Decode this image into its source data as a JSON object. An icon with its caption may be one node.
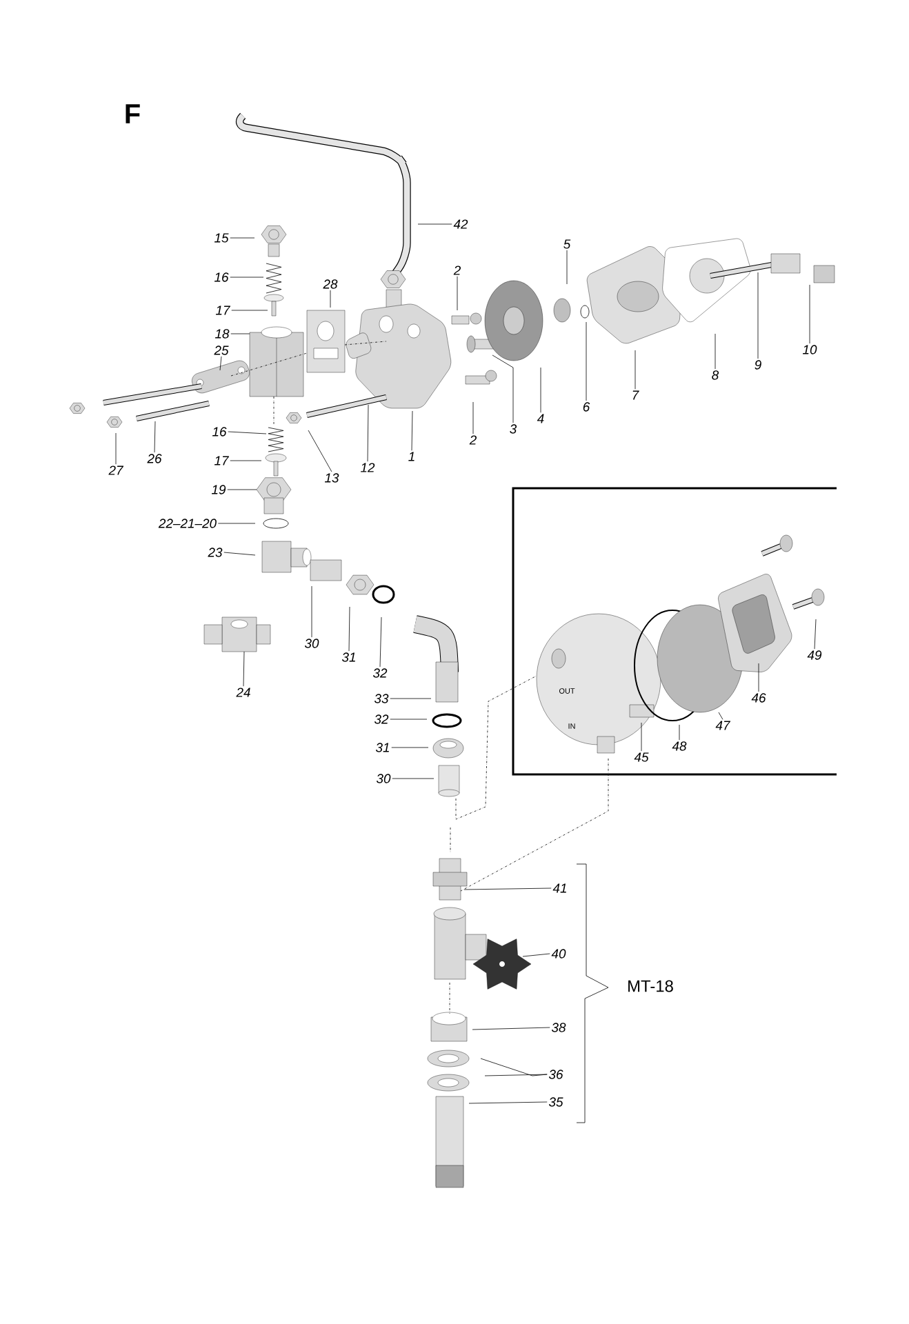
{
  "diagram": {
    "nodes": [
      {
        "text": [
          "42"
        ]
      },
      {
        "text": [
          "15"
        ]
      },
      {
        "text": [
          "5"
        ]
      },
      {
        "text": [
          "16"
        ]
      },
      {
        "text": [
          "2"
        ]
      },
      {
        "text": [
          "28"
        ]
      },
      {
        "text": [
          "17"
        ]
      },
      {
        "text": [
          "18"
        ]
      },
      {
        "text": [
          "25"
        ]
      },
      {
        "text": [
          "10"
        ]
      },
      {
        "text": [
          "9"
        ]
      },
      {
        "text": [
          "8"
        ]
      },
      {
        "text": [
          "7"
        ]
      },
      {
        "text": [
          "6"
        ]
      },
      {
        "text": [
          "4"
        ]
      },
      {
        "text": [
          "3"
        ]
      },
      {
        "text": [
          "2"
        ]
      },
      {
        "text": [
          "1"
        ]
      },
      {
        "text": [
          "12"
        ]
      },
      {
        "text": [
          "16"
        ]
      },
      {
        "text": [
          "13"
        ]
      },
      {
        "text": [
          "26"
        ]
      },
      {
        "text": [
          "17"
        ]
      },
      {
        "text": [
          "27"
        ]
      },
      {
        "text": [
          "19"
        ]
      },
      {
        "text": [
          "22–21–20"
        ]
      },
      {
        "text": [
          "23"
        ]
      },
      {
        "text": [
          "30"
        ]
      },
      {
        "text": [
          "31"
        ]
      },
      {
        "text": [
          "32"
        ]
      },
      {
        "text": [
          "24"
        ]
      },
      {
        "text": [
          "49"
        ]
      },
      {
        "text": [
          "46"
        ]
      },
      {
        "text": [
          "33"
        ]
      },
      {
        "text": [
          "47"
        ]
      },
      {
        "text": [
          "32"
        ]
      },
      {
        "text": [
          "48"
        ]
      },
      {
        "text": [
          "45"
        ]
      },
      {
        "text": [
          "31"
        ]
      },
      {
        "text": [
          "30"
        ]
      },
      {
        "text": [
          "41"
        ]
      },
      {
        "text": [
          "40"
        ]
      },
      {
        "text": [
          "38"
        ]
      },
      {
        "text": [
          "36"
        ]
      },
      {
        "text": [
          "35"
        ]
      }
    ],
    "edges": [
      {
        "from": 0,
        "to": null,
        "arrow": "none"
      },
      {
        "from": 1,
        "to": null,
        "arrow": "none"
      },
      {
        "from": 2,
        "to": null,
        "arrow": "none"
      },
      {
        "from": 3,
        "to": null,
        "arrow": "none"
      },
      {
        "from": 4,
        "to": null,
        "arrow": "none"
      },
      {
        "from": 5,
        "to": null,
        "arrow": "none"
      },
      {
        "from": 6,
        "to": null,
        "arrow": "none"
      },
      {
        "from": 7,
        "to": null,
        "arrow": "none"
      },
      {
        "from": 8,
        "to": null,
        "arrow": "none"
      },
      {
        "from": 9,
        "to": null,
        "arrow": "none"
      },
      {
        "from": 10,
        "to": null,
        "arrow": "none"
      },
      {
        "from": 11,
        "to": null,
        "arrow": "none"
      },
      {
        "from": 12,
        "to": null,
        "arrow": "none"
      },
      {
        "from": 13,
        "to": null,
        "arrow": "none"
      },
      {
        "from": 14,
        "to": null,
        "arrow": "none"
      },
      {
        "from": 15,
        "to": null,
        "arrow": "none"
      },
      {
        "from": 16,
        "to": null,
        "arrow": "none"
      },
      {
        "from": 17,
        "to": null,
        "arrow": "none"
      },
      {
        "from": 18,
        "to": null,
        "arrow": "none"
      },
      {
        "from": 19,
        "to": null,
        "arrow": "none"
      },
      {
        "from": 20,
        "to": null,
        "arrow": "none"
      },
      {
        "from": 21,
        "to": null,
        "arrow": "none"
      },
      {
        "from": 22,
        "to": null,
        "arrow": "none"
      },
      {
        "from": 23,
        "to": null,
        "arrow": "none"
      },
      {
        "from": 24,
        "to": null,
        "arrow": "none"
      },
      {
        "from": 25,
        "to": null,
        "arrow": "none"
      },
      {
        "from": 26,
        "to": null,
        "arrow": "none"
      },
      {
        "from": 27,
        "to": null,
        "arrow": "none"
      },
      {
        "from": 28,
        "to": null,
        "arrow": "none"
      },
      {
        "from": 29,
        "to": null,
        "arrow": "none"
      },
      {
        "from": 30,
        "to": null,
        "arrow": "none"
      },
      {
        "from": 31,
        "to": null,
        "arrow": "none"
      },
      {
        "from": 32,
        "to": null,
        "arrow": "none"
      },
      {
        "from": 33,
        "to": null,
        "arrow": "none"
      },
      {
        "from": 34,
        "to": null,
        "arrow": "none"
      },
      {
        "from": 35,
        "to": null,
        "arrow": "none"
      },
      {
        "from": 36,
        "to": null,
        "arrow": "none"
      },
      {
        "from": 37,
        "to": null,
        "arrow": "none"
      },
      {
        "from": 38,
        "to": null,
        "arrow": "none"
      },
      {
        "from": 39,
        "to": null,
        "arrow": "none"
      },
      {
        "from": 40,
        "to": null,
        "arrow": "none"
      },
      {
        "from": 41,
        "to": null,
        "arrow": "none"
      },
      {
        "from": 42,
        "to": null,
        "arrow": "none"
      },
      {
        "from": 43,
        "to": null,
        "arrow": "none"
      },
      {
        "from": 43,
        "to": null,
        "arrow": "none"
      },
      {
        "from": 44,
        "to": null,
        "arrow": "none"
      }
    ],
    "labels": [
      "F",
      "OUT",
      "IN",
      "MT-18"
    ]
  }
}
